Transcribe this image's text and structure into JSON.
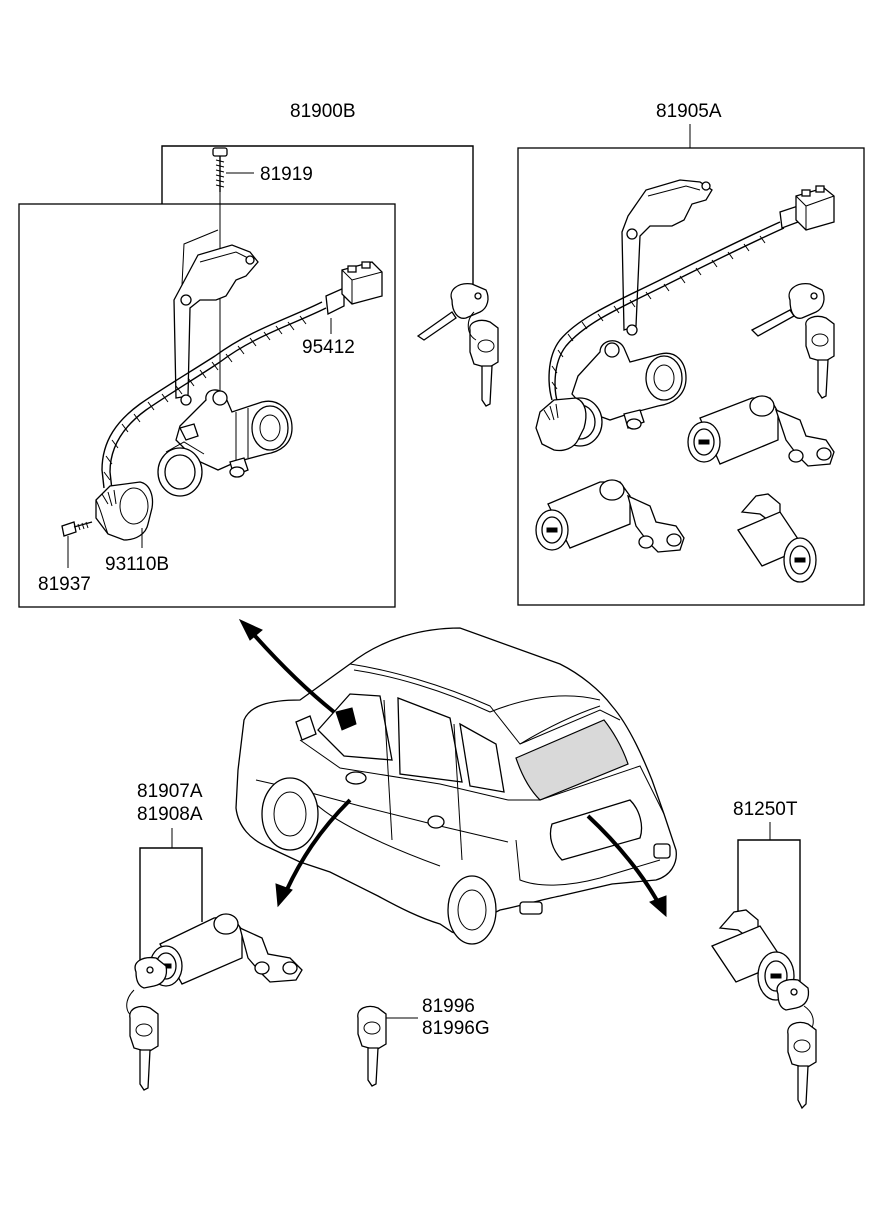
{
  "labels": {
    "ignition_switch_assy": "81900B",
    "lock_key_set": "81905A",
    "screw_top": "81919",
    "wiring_connector": "95412",
    "cylinder_body": "93110B",
    "screw_bottom": "81937",
    "door_lock_line1": "81907A",
    "door_lock_line2": "81908A",
    "tailgate_lock": "81250T",
    "blank_key_line1": "81996",
    "blank_key_line2": "81996G"
  }
}
